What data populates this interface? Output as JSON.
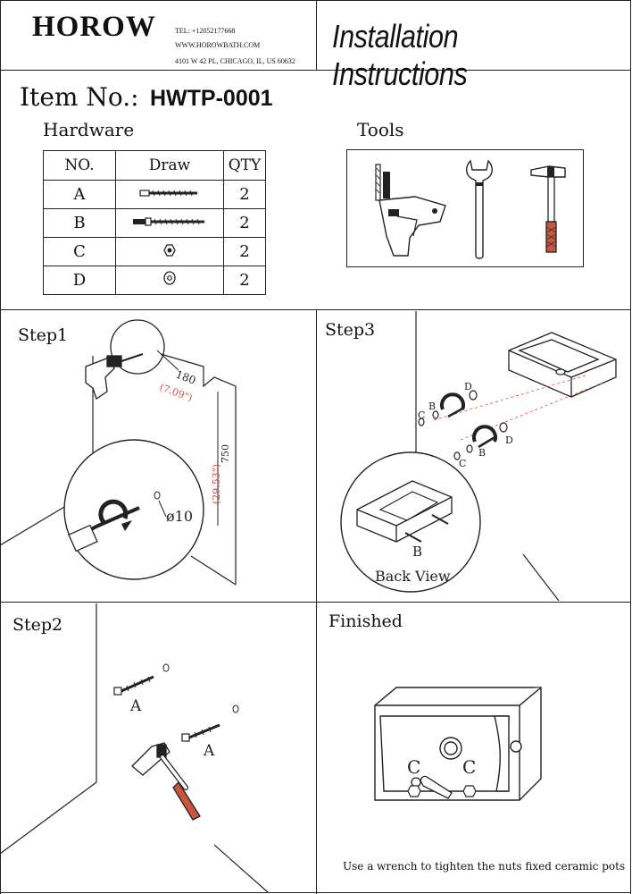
{
  "header": {
    "brand": "HOROW",
    "tel": "TEL: +12052177668",
    "website": "WWW.HOROWBATH.COM",
    "address": "4101 W 42 PL, CHICAGO, IL, US 60632",
    "title": "Installation Instructions"
  },
  "item": {
    "label": "Item No.:",
    "number": "HWTP-0001"
  },
  "hardware": {
    "title": "Hardware",
    "columns": [
      "NO.",
      "Draw",
      "QTY"
    ],
    "rows": [
      {
        "no": "A",
        "qty": "2",
        "icon": "anchor-bolt-icon"
      },
      {
        "no": "B",
        "qty": "2",
        "icon": "hanger-bolt-icon"
      },
      {
        "no": "C",
        "qty": "2",
        "icon": "nut-icon"
      },
      {
        "no": "D",
        "qty": "2",
        "icon": "washer-icon"
      }
    ]
  },
  "tools": {
    "title": "Tools",
    "items": [
      "drill-icon",
      "wrench-icon",
      "hammer-icon"
    ]
  },
  "step1": {
    "title": "Step1",
    "dim_width": "180",
    "dim_width_in": "(7.09\")",
    "dim_height": "750",
    "dim_height_in": "(29.53\")",
    "hole_diameter": "ø10"
  },
  "step2": {
    "title": "Step2",
    "label_a1": "A",
    "label_a2": "A"
  },
  "step3": {
    "title": "Step3",
    "label_d1": "D",
    "label_b1": "B",
    "label_c1": "C",
    "label_d2": "D",
    "label_b2": "B",
    "label_c2": "C",
    "label_b_back": "B",
    "back_view": "Back View"
  },
  "finished": {
    "title": "Finished",
    "label_c1": "C",
    "label_c2": "C",
    "caption": "Use a wrench to tighten the nuts fixed ceramic pots"
  },
  "colors": {
    "line": "#222222",
    "dimension_red": "#d9483b",
    "hammer_grip": "#c8553d"
  }
}
